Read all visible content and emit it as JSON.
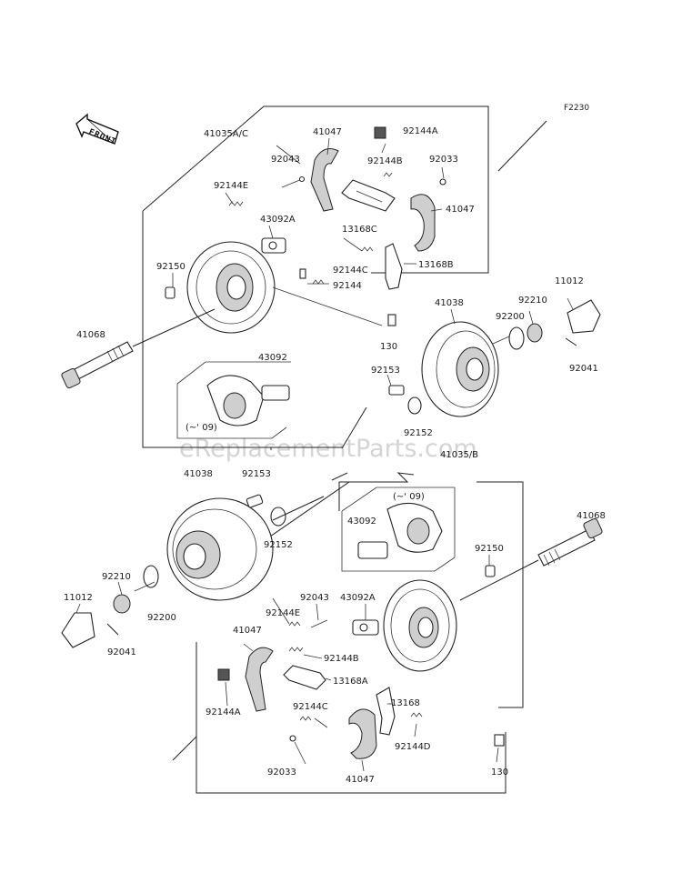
{
  "diagram": {
    "code": "F2230",
    "watermark": "eReplacementParts.com",
    "direction_label": "FRONT",
    "labels": {
      "upper": {
        "a41035": "41035A/C",
        "a41047_top": "41047",
        "a92144A": "92144A",
        "a92043": "92043",
        "a92144B": "92144B",
        "a92033": "92033",
        "a92144E": "92144E",
        "a41047_right": "41047",
        "a43092A": "43092A",
        "a13168C": "13168C",
        "a92150": "92150",
        "a92144C": "92144C",
        "a13168B": "13168B",
        "a92144": "92144",
        "a41038": "41038",
        "a92210": "92210",
        "a11012": "11012",
        "a92200": "92200",
        "a41068": "41068",
        "a130": "130",
        "a43092": "43092",
        "a92153": "92153",
        "a92041": "92041",
        "a09": "(~' 09)",
        "a92152": "92152"
      },
      "lower": {
        "b41038": "41038",
        "b92153": "92153",
        "b41035": "41035/B",
        "b09": "(~' 09)",
        "b43092": "43092",
        "b41068": "41068",
        "b92152": "92152",
        "b92150": "92150",
        "b92210": "92210",
        "b11012": "11012",
        "b92200": "92200",
        "b92043": "92043",
        "b43092A": "43092A",
        "b92144E": "92144E",
        "b41047": "41047",
        "b92041": "92041",
        "b92144B": "92144B",
        "b13168A": "13168A",
        "b92144A": "92144A",
        "b92144C": "92144C",
        "b13168": "13168",
        "b92144D": "92144D",
        "b92033": "92033",
        "b41047_bottom": "41047",
        "b130": "130"
      }
    }
  }
}
